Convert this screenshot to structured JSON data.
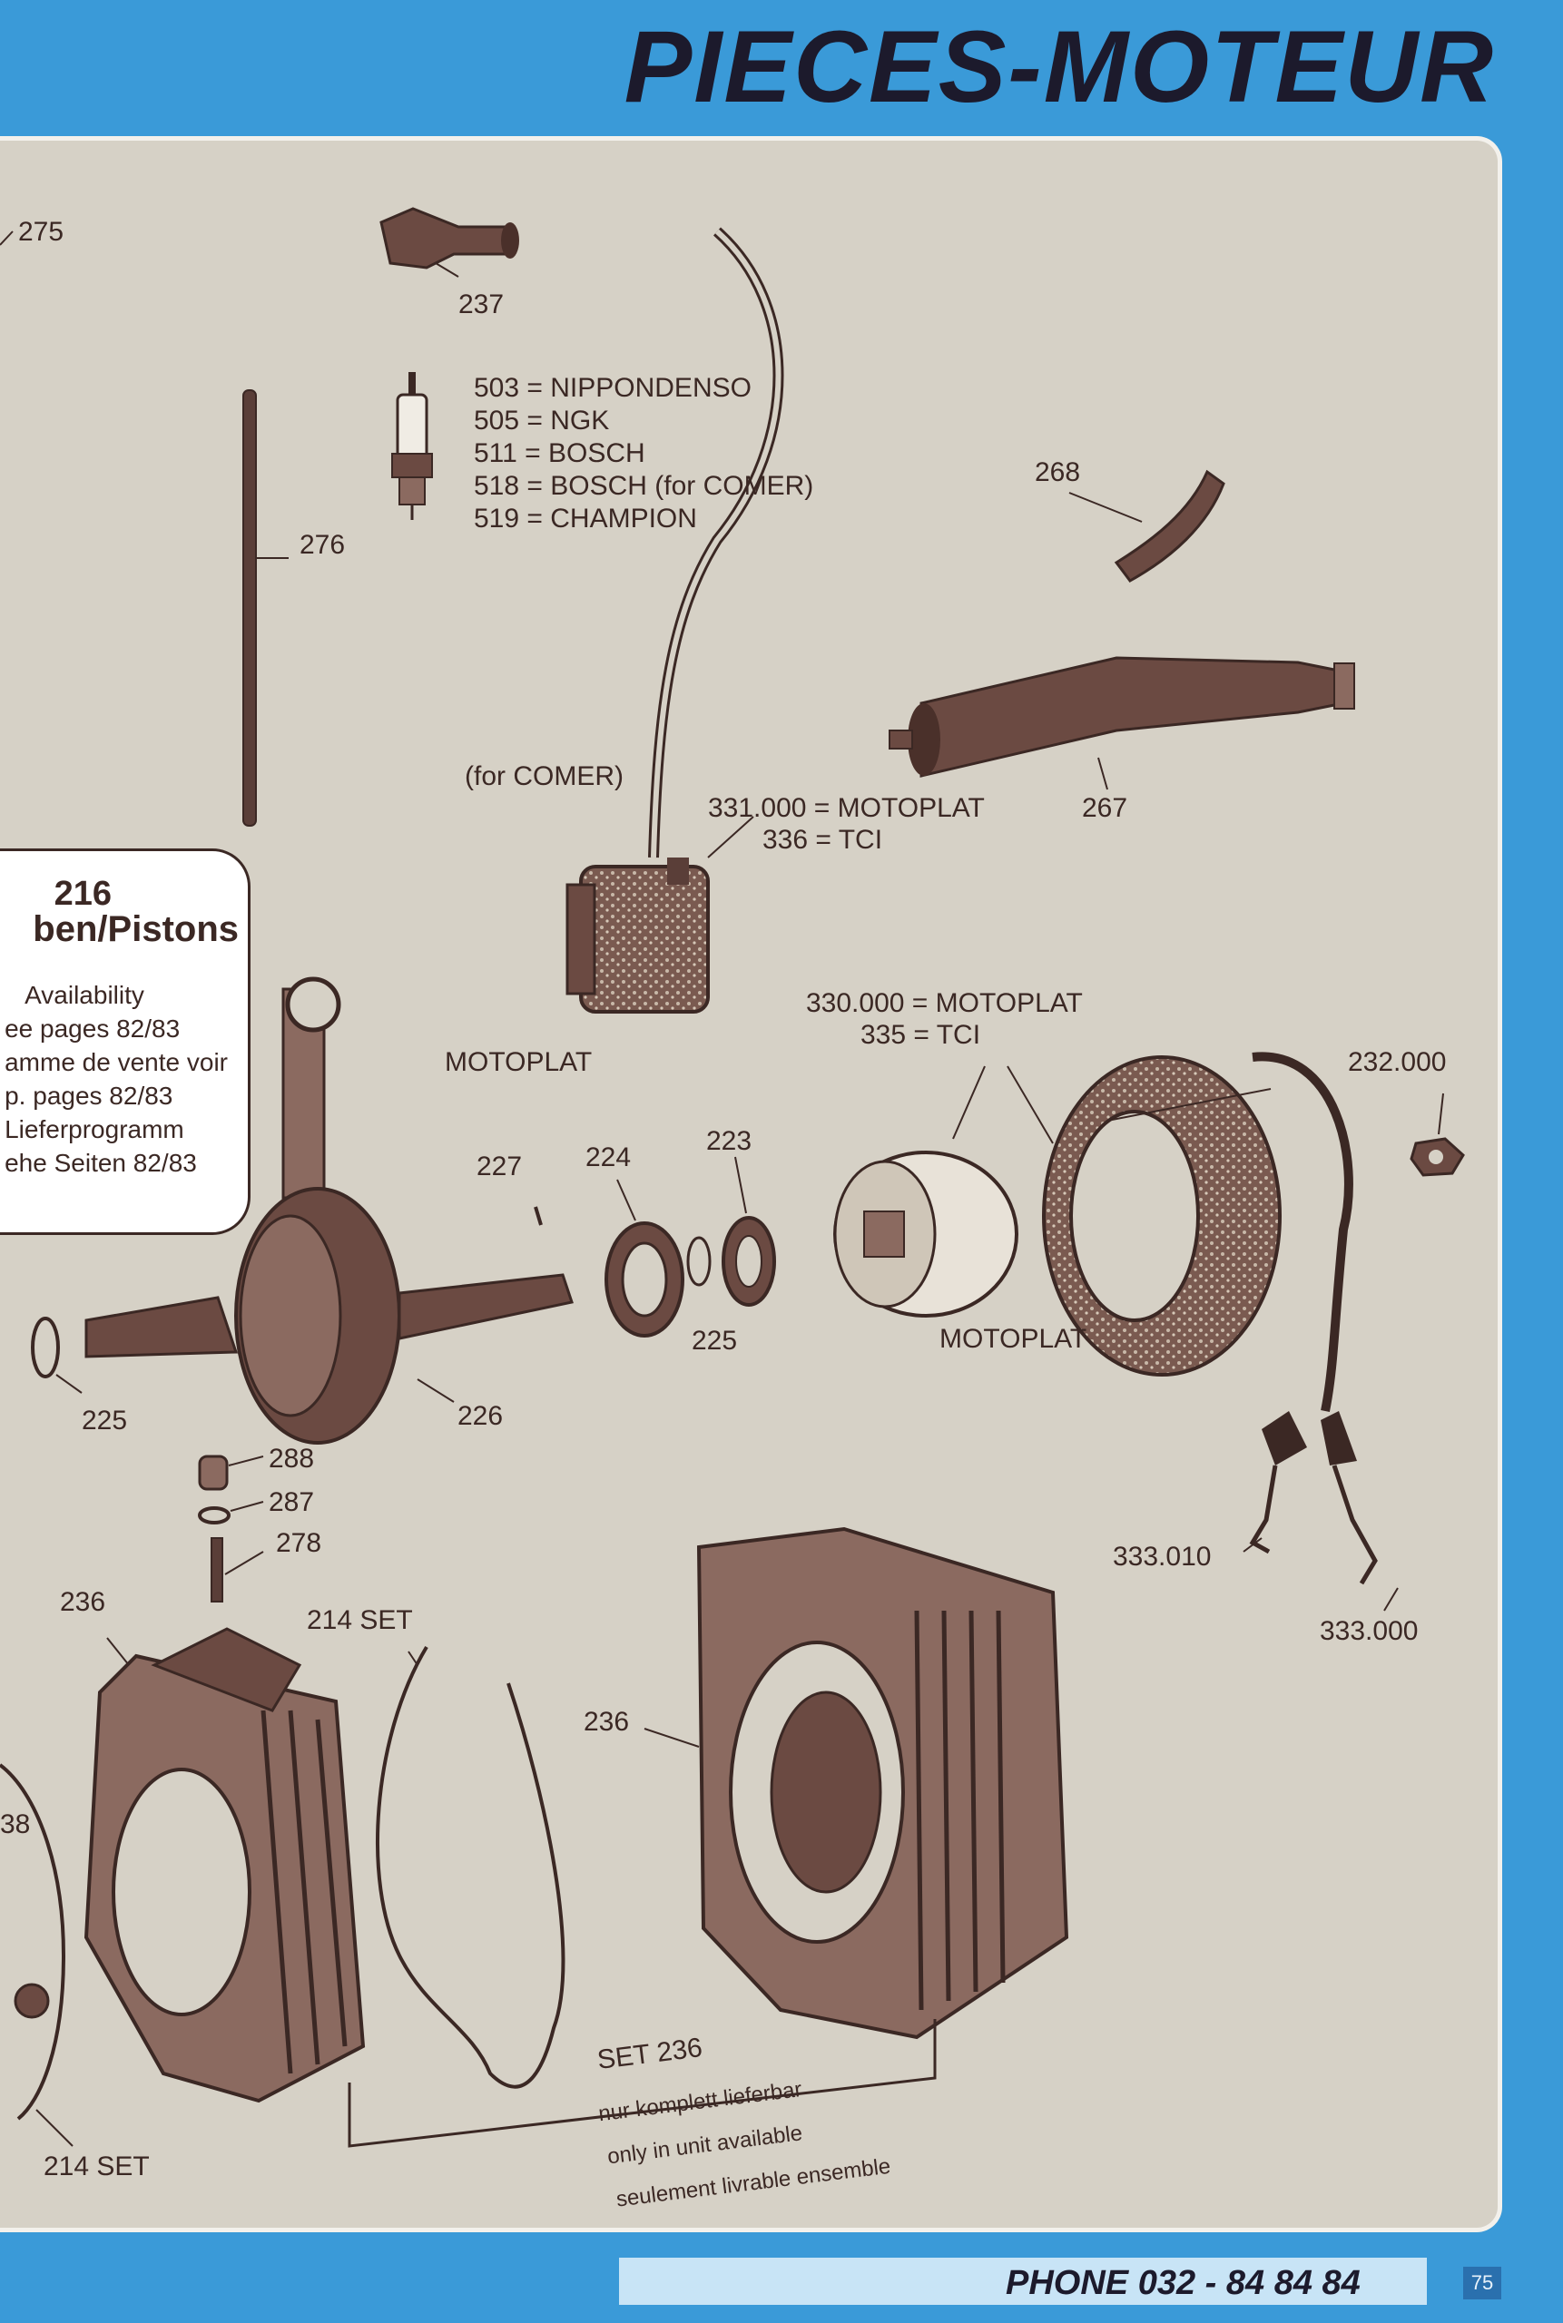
{
  "page": {
    "title": "PIECES-MOTEUR",
    "phone": "PHONE 032 - 84 84 84",
    "page_number": "75"
  },
  "info_box": {
    "number": "216",
    "title": "ben/Pistons",
    "lines": [
      "Availability",
      "ee pages 82/83",
      "amme de vente voir",
      "p. pages 82/83",
      "Lieferprogramm",
      "ehe Seiten 82/83"
    ]
  },
  "plug_list": [
    "503 = NIPPONDENSO",
    "505 = NGK",
    "511 = BOSCH",
    "518 = BOSCH (for COMER)",
    "519 = CHAMPION"
  ],
  "labels": {
    "n275": "275",
    "n237": "237",
    "n276": "276",
    "n268": "268",
    "n267": "267",
    "for_comer": "(for COMER)",
    "coil_1": "331.000 = MOTOPLAT",
    "coil_2": "336 = TCI",
    "motoplat_coil": "MOTOPLAT",
    "rotor_1": "330.000 = MOTOPLAT",
    "rotor_2": "335 = TCI",
    "n232": "232.000",
    "n227": "227",
    "n224": "224",
    "n223": "223",
    "n225_a": "225",
    "n225_b": "225",
    "n226": "226",
    "motoplat_rotor": "MOTOPLAT",
    "n288": "288",
    "n287": "287",
    "n278": "278",
    "n236_a": "236",
    "n236_b": "236",
    "set_214_a": "214 SET",
    "set_214_b": "214 SET",
    "n238": "38",
    "n333_010": "333.010",
    "n333_000": "333.000",
    "set_236": "SET 236",
    "note_de": "nur komplett lieferbar",
    "note_en": "only in unit available",
    "note_fr": "seulement livrable ensemble"
  }
}
